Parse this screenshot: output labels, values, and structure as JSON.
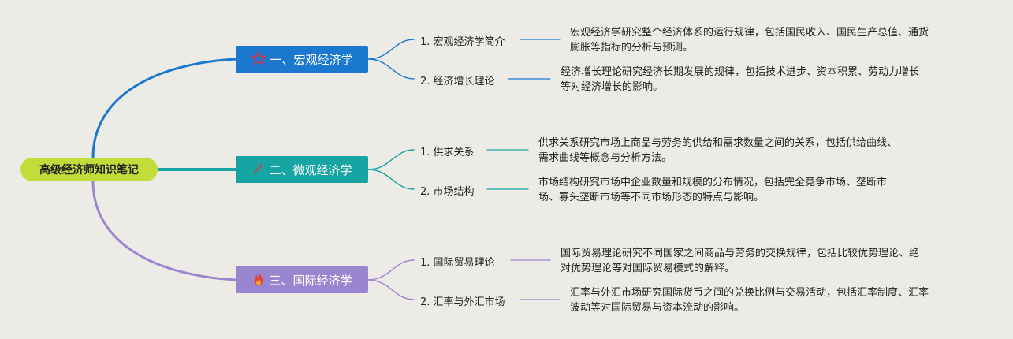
{
  "root": {
    "label": "高级经济师知识笔记",
    "color": "#c2dd3a"
  },
  "branches": [
    {
      "label": "一、宏观经济学",
      "icon": "star-outline-icon",
      "color": "#1b78cf",
      "topics": [
        {
          "label": "1. 宏观经济学简介",
          "desc": [
            "宏观经济学研究整个经济体系的运行规律，包括国民收入、国民生产总值、通货",
            "膨胀等指标的分析与预测。"
          ]
        },
        {
          "label": "2. 经济增长理论",
          "desc": [
            "经济增长理论研究经济长期发展的规律，包括技术进步、资本积累、劳动力增长",
            "等对经济增长的影响。"
          ]
        }
      ]
    },
    {
      "label": "二、微观经济学",
      "icon": "sparkle-icon",
      "color": "#16a5a2",
      "topics": [
        {
          "label": "1. 供求关系",
          "desc": [
            "供求关系研究市场上商品与劳务的供给和需求数量之间的关系，包括供给曲线、",
            "需求曲线等概念与分析方法。"
          ]
        },
        {
          "label": "2. 市场结构",
          "desc": [
            "市场结构研究市场中企业数量和规模的分布情况，包括完全竞争市场、垄断市",
            "场、寡头垄断市场等不同市场形态的特点与影响。"
          ]
        }
      ]
    },
    {
      "label": "三、国际经济学",
      "icon": "fire-icon",
      "color": "#9a85d0",
      "topics": [
        {
          "label": "1. 国际贸易理论",
          "desc": [
            "国际贸易理论研究不同国家之间商品与劳务的交换规律，包括比较优势理论、绝",
            "对优势理论等对国际贸易模式的解释。"
          ]
        },
        {
          "label": "2. 汇率与外汇市场",
          "desc": [
            "汇率与外汇市场研究国际货币之间的兑换比例与交易活动，包括汇率制度、汇率",
            "波动等对国际贸易与资本流动的影响。"
          ]
        }
      ]
    }
  ]
}
